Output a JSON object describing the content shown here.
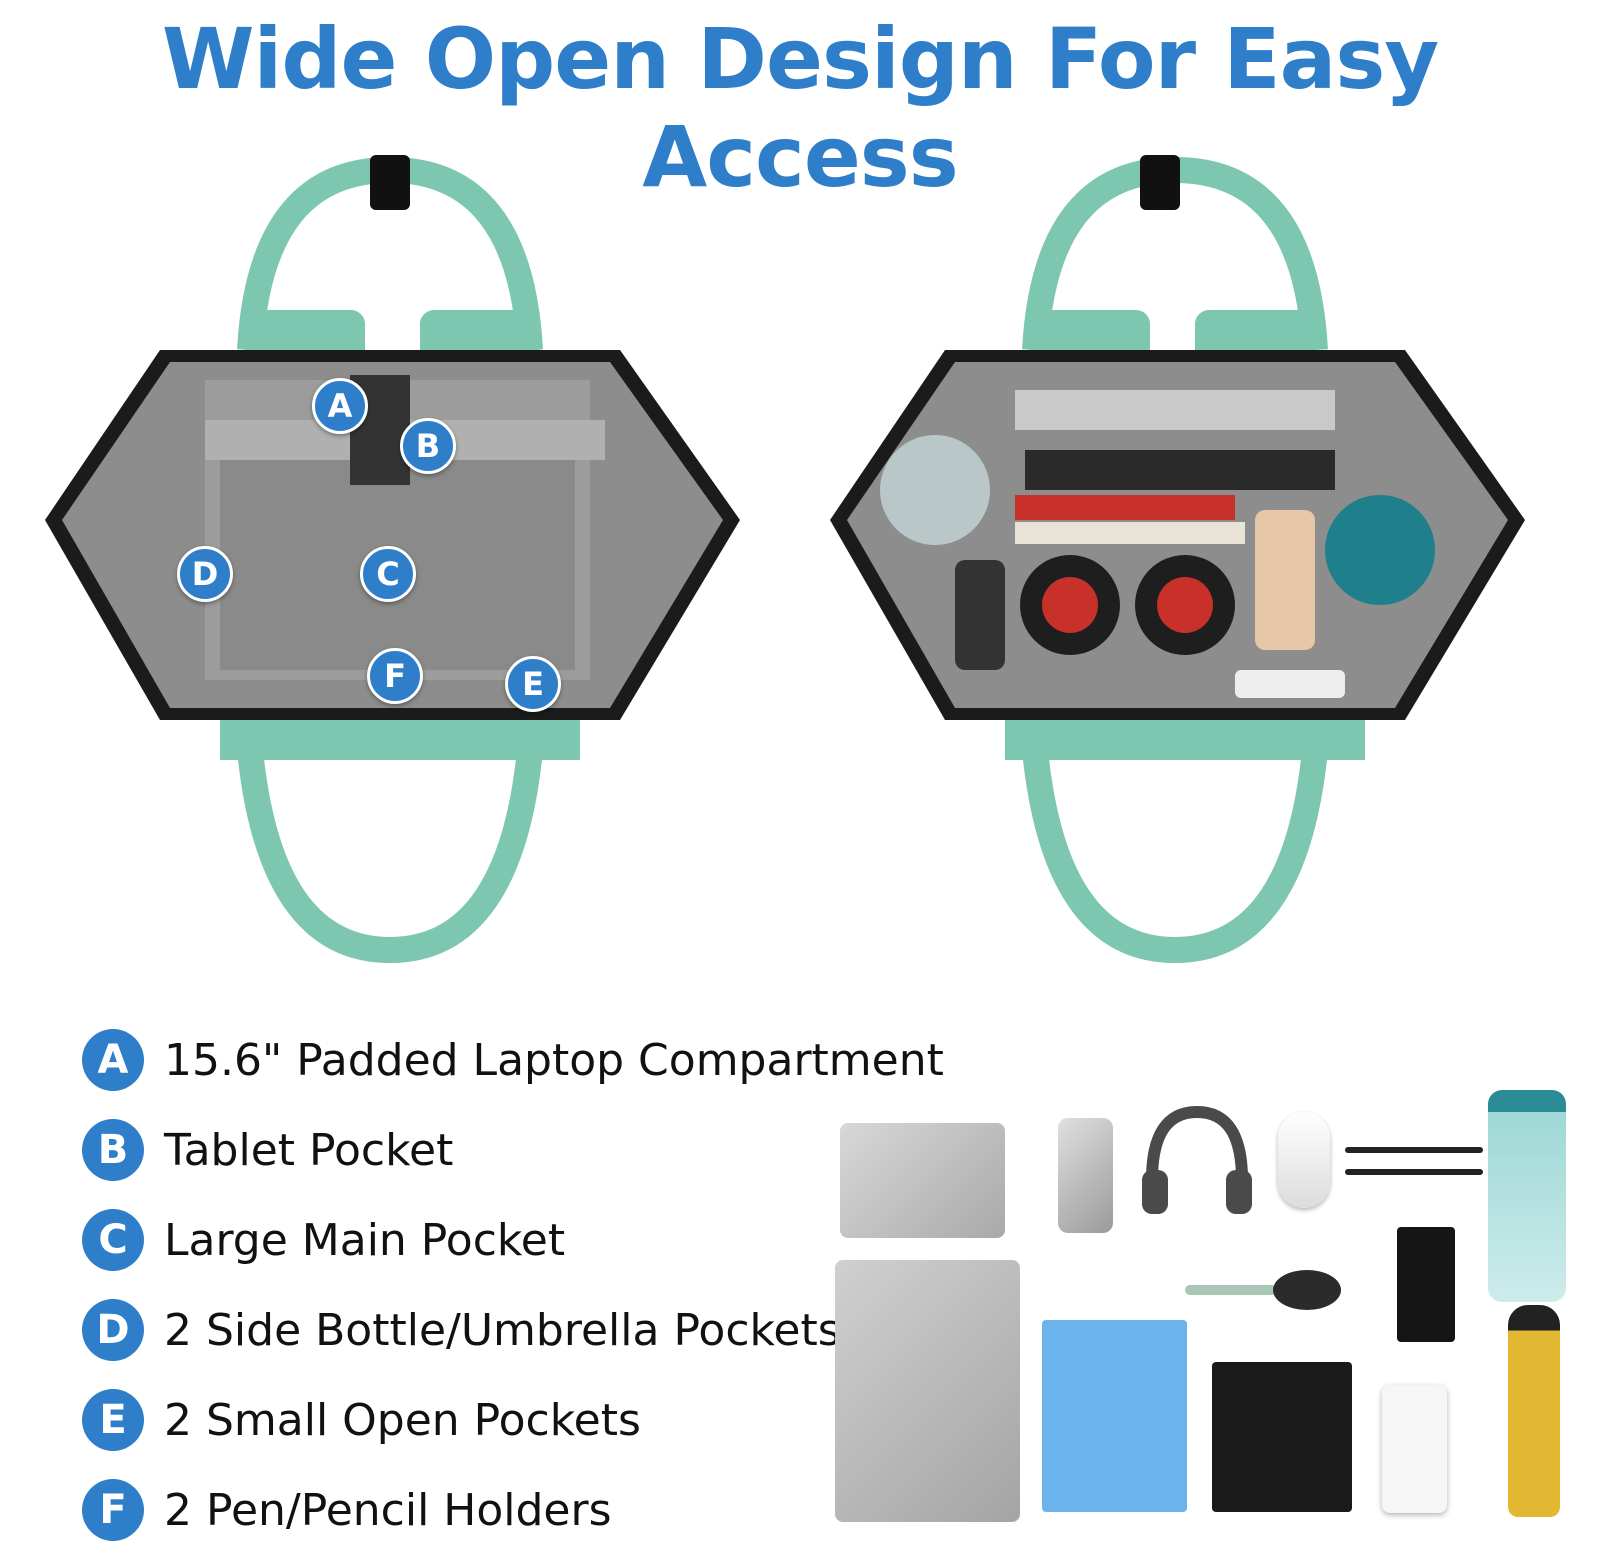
{
  "title": "Wide Open Design For Easy Access",
  "colors": {
    "accent": "#2f7ec9",
    "bag_green": "#7dc7b0",
    "bag_lining": "#9a9a9a"
  },
  "callouts": [
    "A",
    "B",
    "C",
    "D",
    "E",
    "F"
  ],
  "features": [
    {
      "letter": "A",
      "label": "15.6\" Padded Laptop Compartment"
    },
    {
      "letter": "B",
      "label": "Tablet Pocket"
    },
    {
      "letter": "C",
      "label": "Large Main Pocket"
    },
    {
      "letter": "D",
      "label": "2 Side Bottle/Umbrella Pockets"
    },
    {
      "letter": "E",
      "label": "2 Small Open Pockets"
    },
    {
      "letter": "F",
      "label": "2 Pen/Pencil Holders"
    }
  ],
  "items": [
    "tablet",
    "phone",
    "headphones",
    "mouse",
    "pens",
    "water-bottle",
    "laptop",
    "folder",
    "brush",
    "wallet",
    "notebook",
    "power-bank",
    "umbrella"
  ]
}
